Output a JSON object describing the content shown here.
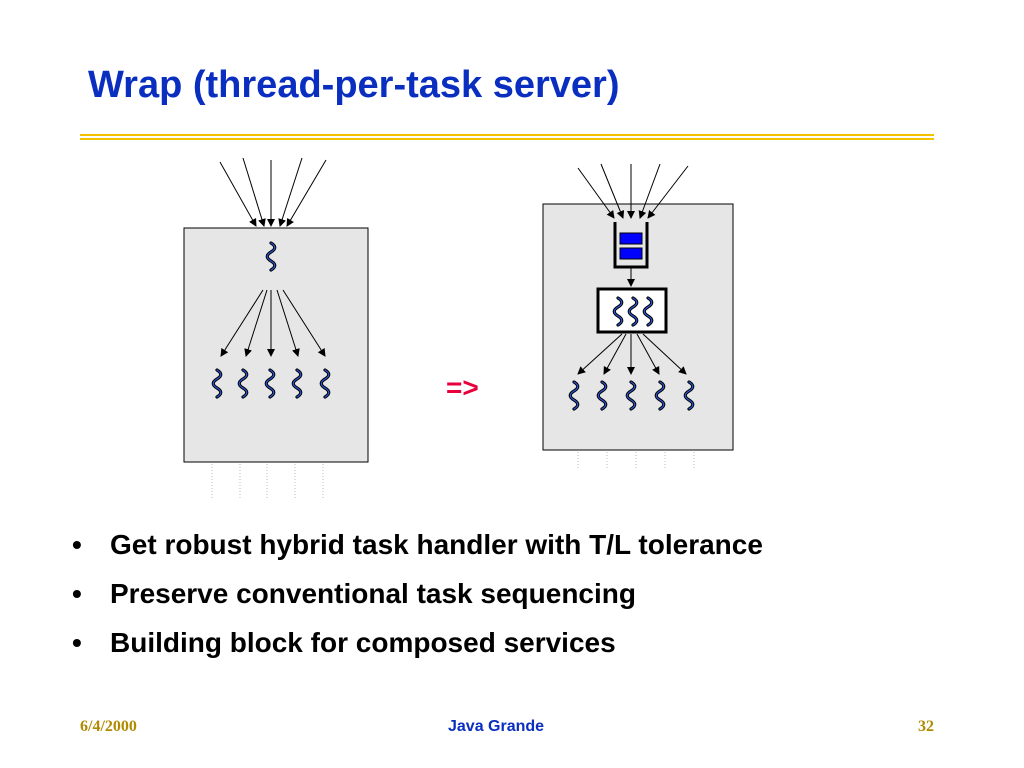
{
  "slide": {
    "title": "Wrap (thread-per-task server)",
    "transition_symbol": "=>",
    "bullets": [
      "Get robust hybrid task handler with T/L tolerance",
      "Preserve conventional task sequencing",
      "Building block for composed services"
    ],
    "bullet_glyph": "•"
  },
  "footer": {
    "date": "6/4/2000",
    "center": "Java Grande",
    "page_number": "32"
  },
  "colors": {
    "title": "#0a2ec0",
    "rule": "#f2c200",
    "transition": "#e8003c",
    "footer_side": "#b08a00",
    "footer_center": "#0a2ec0",
    "box_fill": "#e6e6e6",
    "queue_slot": "#0000ff"
  },
  "diagram": {
    "left_panel": {
      "incoming_arrows": 5,
      "child_threads": 5
    },
    "right_panel": {
      "incoming_arrows": 5,
      "queue_slots": 2,
      "pool_threads": 3,
      "child_threads": 5
    }
  }
}
